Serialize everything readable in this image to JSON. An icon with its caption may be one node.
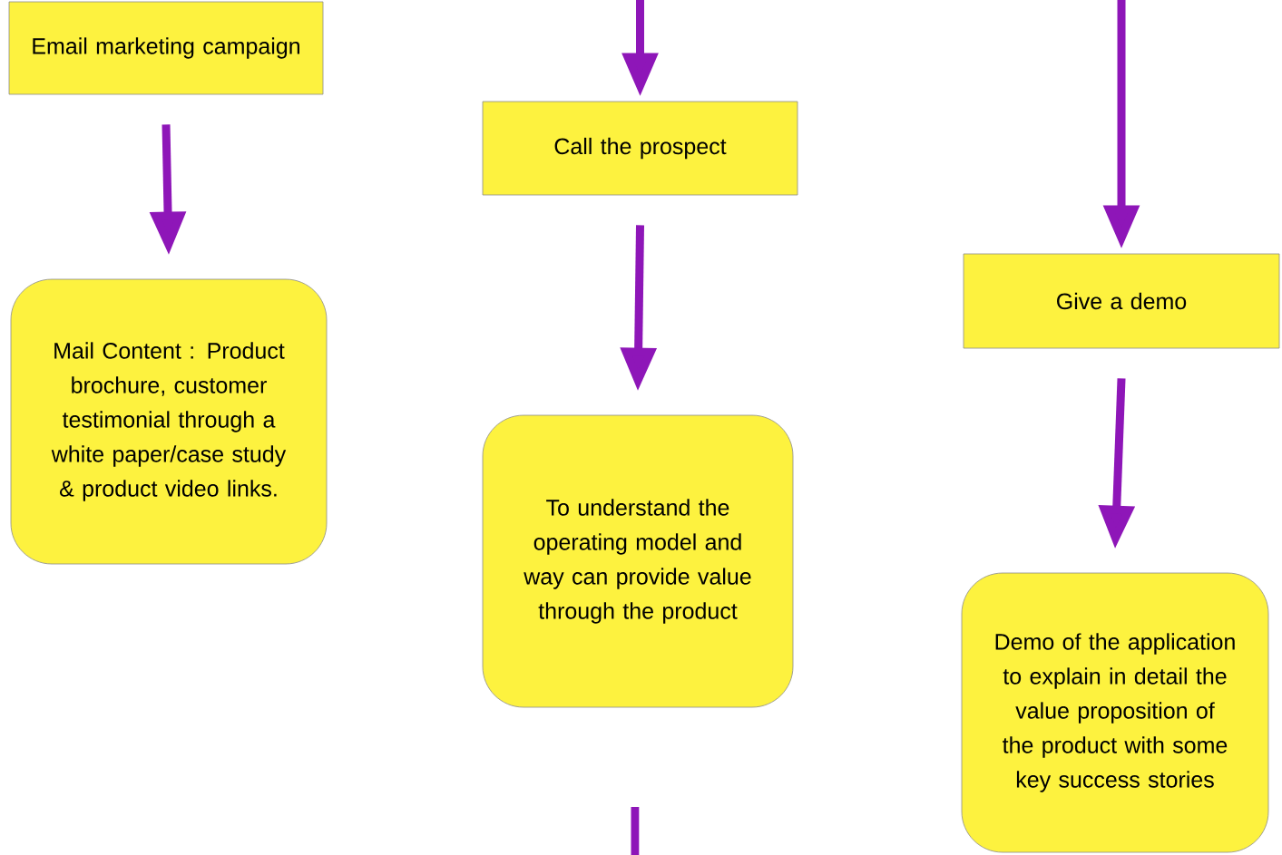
{
  "diagram": {
    "nodes": [
      {
        "text": [
          "Email marketing campaign"
        ]
      },
      {
        "text": [
          "Mail Content : Product brochure, customer testimonial through a white paper/case study & product video links."
        ]
      },
      {
        "text": [
          "Call the prospect"
        ]
      },
      {
        "text": [
          "To understand the operating model and way can provide value through the product"
        ]
      },
      {
        "text": [
          "Give a demo"
        ]
      },
      {
        "text": [
          "Demo of the application to explain in detail the value proposition of the product with some key success stories"
        ]
      }
    ],
    "edges": [
      {
        "from": null,
        "to": 2,
        "arrow": "to"
      },
      {
        "from": null,
        "to": 4,
        "arrow": "to"
      },
      {
        "from": 0,
        "to": 1,
        "arrow": "to"
      },
      {
        "from": 2,
        "to": 3,
        "arrow": "to"
      },
      {
        "from": 4,
        "to": 5,
        "arrow": "to"
      }
    ]
  }
}
